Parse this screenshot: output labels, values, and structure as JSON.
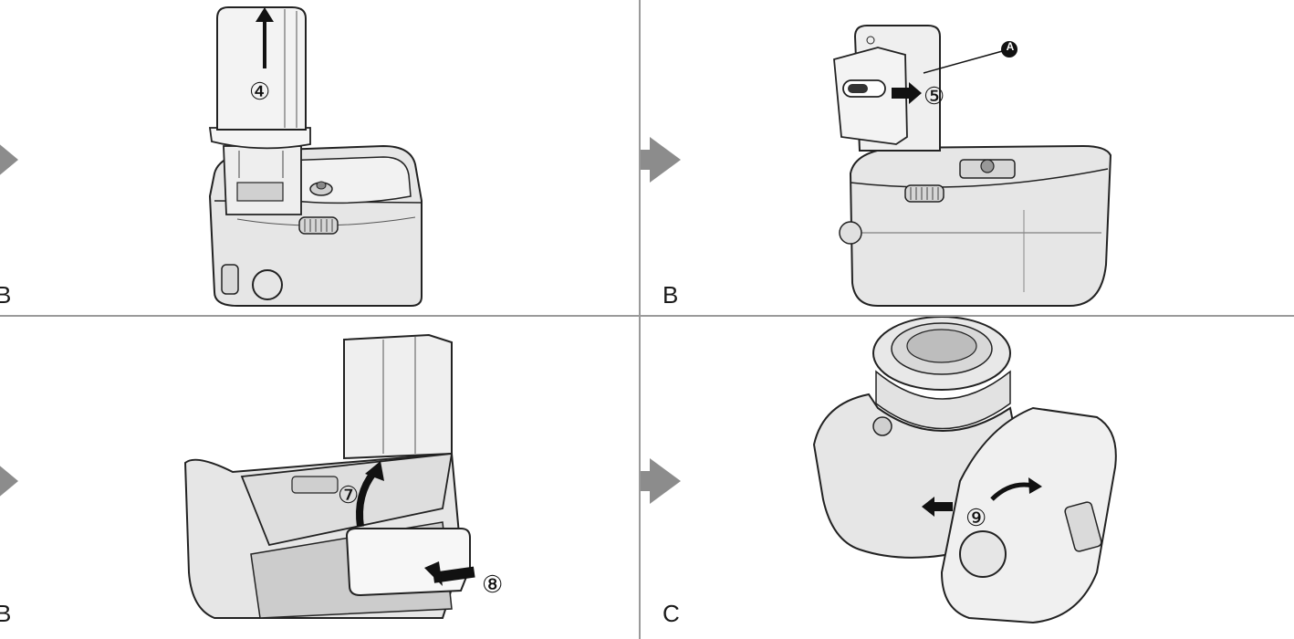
{
  "panels": [
    {
      "label": "B",
      "step": "④"
    },
    {
      "label": "B",
      "step": "⑤",
      "callout": "A"
    },
    {
      "label": "B",
      "step": "⑦",
      "step2": "⑧"
    },
    {
      "label": "C",
      "step": "⑨"
    }
  ],
  "colors": {
    "line": "#9a9a9a",
    "arrow": "#8c8c8c",
    "body": "#e6e6e6",
    "stroke": "#222222"
  },
  "icons": [
    "arrow-right-icon"
  ]
}
